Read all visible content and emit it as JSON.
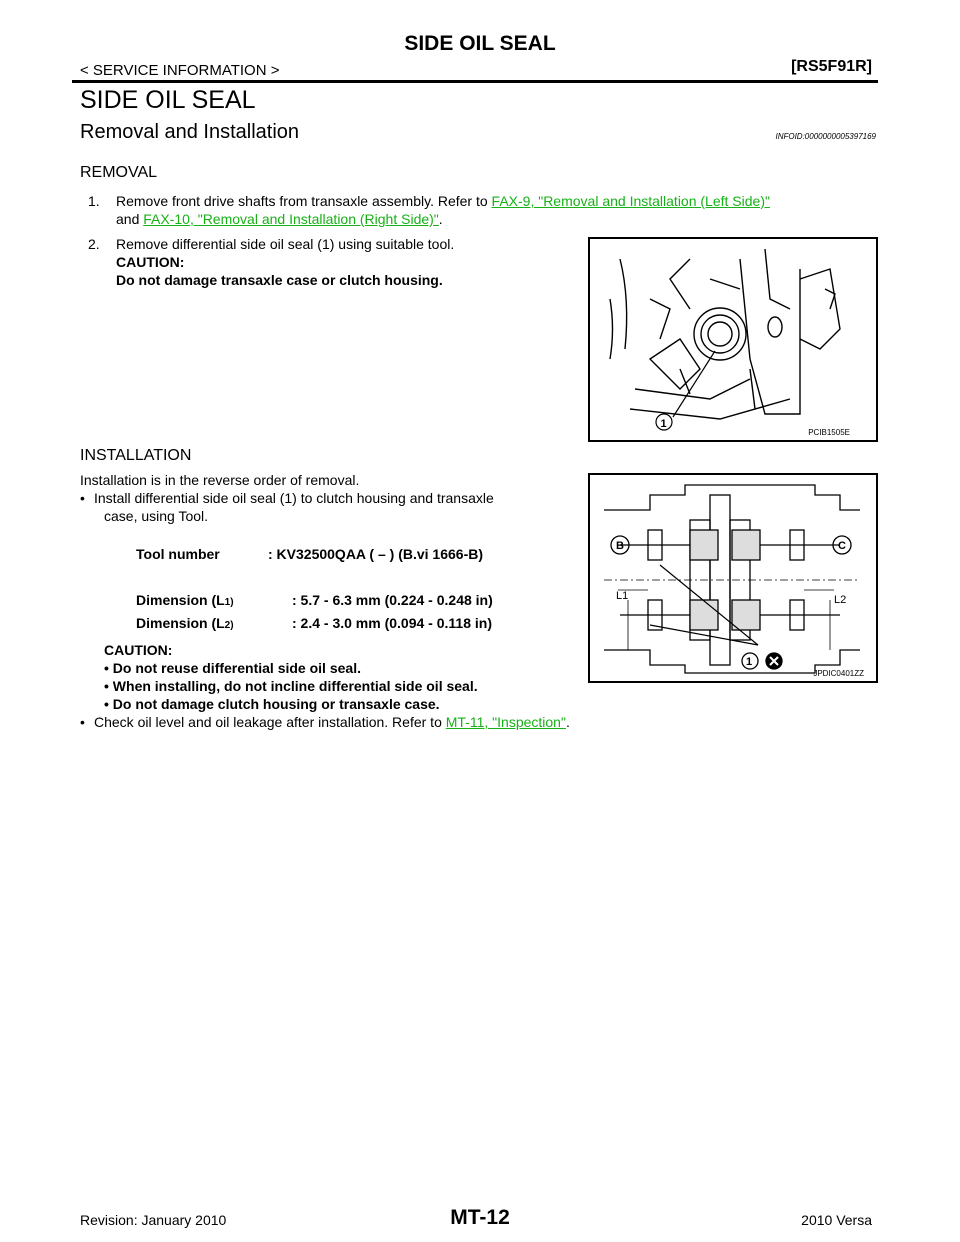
{
  "header": {
    "title": "SIDE OIL SEAL",
    "section": "< SERVICE INFORMATION >",
    "model": "[RS5F91R]"
  },
  "page_title": "SIDE OIL SEAL",
  "subtitle": "Removal and Installation",
  "info_id": "INFOID:0000000005397169",
  "removal": {
    "heading": "REMOVAL",
    "step1_num": "1.",
    "step1_text": "Remove front drive shafts from transaxle assembly. Refer to",
    "step1_link1": "FAX-9, \"Removal and Installation (Left Side)\"",
    "step1_and": "and",
    "step1_link2": "FAX-10, \"Removal and Installation (Right Side)\"",
    "step1_end": ".",
    "step2_num": "2.",
    "step2_text": "Remove differential side oil seal (1) using suitable tool.",
    "caution_label": "CAUTION:",
    "caution_text": "Do not damage transaxle case or clutch housing.",
    "figure_code": "PCIB1505E",
    "figure_callout": "1"
  },
  "installation": {
    "heading": "INSTALLATION",
    "intro": "Installation is in the reverse order of removal.",
    "bullet1": "Install differential side oil seal (1) to clutch housing and transaxle",
    "bullet1_cont": "case, using Tool.",
    "tool_label": "Tool number",
    "tool_value": ": KV32500QAA (  –  ) (B.vi 1666-B)",
    "dim1_label": "Dimension (L",
    "dim1_sub": "1)",
    "dim1_value": ": 5.7 - 6.3 mm (0.224 - 0.248 in)",
    "dim2_label": "Dimension (L",
    "dim2_sub": "2)",
    "dim2_value": ": 2.4 - 3.0 mm (0.094 - 0.118 in)",
    "caution_label": "CAUTION:",
    "caution_items": [
      "Do not reuse differential side oil seal.",
      "When installing, do not incline differential side oil seal.",
      "Do not damage clutch housing or transaxle case."
    ],
    "bullet2_text": "Check oil level and oil leakage after installation. Refer to",
    "bullet2_link": "MT-11, \"Inspection\"",
    "bullet2_end": ".",
    "figure_code": "JPDIC0401ZZ",
    "fig_b": "B",
    "fig_c": "C",
    "fig_l1": "L1",
    "fig_l2": "L2",
    "fig_1": "1"
  },
  "footer": {
    "revision": "Revision: January 2010",
    "page": "MT-12",
    "model_year": "2010 Versa"
  }
}
